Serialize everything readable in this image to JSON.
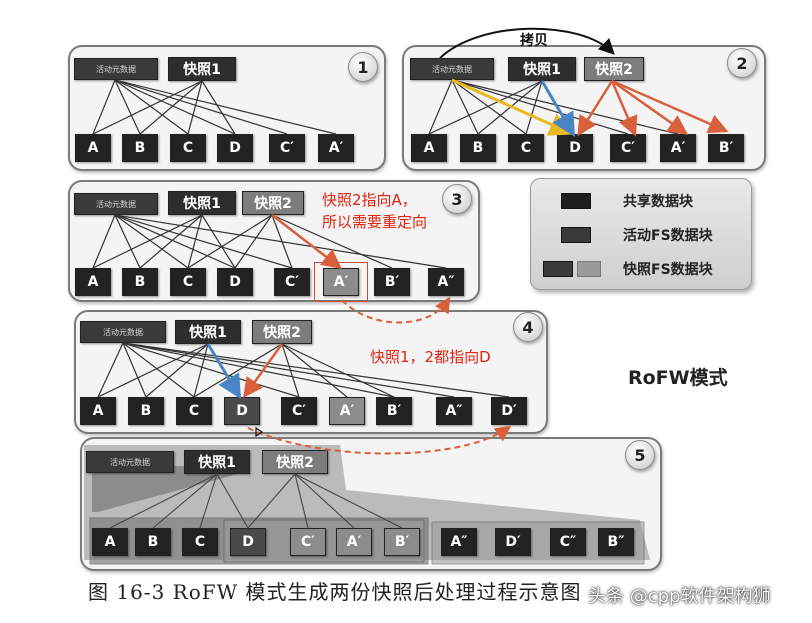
{
  "panels": [
    {
      "number": "1",
      "meta_label": "活动元数据",
      "snapshots": [
        "快照1"
      ],
      "blocks": [
        "A",
        "B",
        "C",
        "D",
        "C′",
        "A′"
      ]
    },
    {
      "number": "2",
      "meta_label": "活动元数据",
      "snapshots": [
        "快照1",
        "快照2"
      ],
      "blocks": [
        "A",
        "B",
        "C",
        "D",
        "C′",
        "A′",
        "B′"
      ],
      "copy_label": "拷贝"
    },
    {
      "number": "3",
      "meta_label": "活动元数据",
      "snapshots": [
        "快照1",
        "快照2"
      ],
      "blocks": [
        "A",
        "B",
        "C",
        "D",
        "C′",
        "A′",
        "B′",
        "A″"
      ],
      "annotation_line1": "快照2指向A，",
      "annotation_line2": "所以需要重定向"
    },
    {
      "number": "4",
      "meta_label": "活动元数据",
      "snapshots": [
        "快照1",
        "快照2"
      ],
      "blocks": [
        "A",
        "B",
        "C",
        "D",
        "C′",
        "A′",
        "B′",
        "A″",
        "D′"
      ],
      "annotation": "快照1，2都指向D"
    },
    {
      "number": "5",
      "meta_label": "活动元数据",
      "snapshots": [
        "快照1",
        "快照2"
      ],
      "blocks": [
        "A",
        "B",
        "C",
        "D",
        "C′",
        "A′",
        "B′",
        "A″",
        "D′",
        "C″",
        "B″"
      ]
    }
  ],
  "legend": {
    "shared_label": "共享数据块",
    "active_label": "活动FS数据块",
    "snapshot_label": "快照FS数据块"
  },
  "mode_label": "RoFW模式",
  "caption": "图 16-3  RoFW 模式生成两份快照后处理过程示意图",
  "watermark": "头条 @cpp软件架构狮",
  "colors": {
    "orange_arrow": "#d9603b",
    "blue_arrow": "#4a86c5",
    "yellow_arrow": "#e8b923",
    "annotation_red": "#e0220f",
    "block_dark": "#222222"
  }
}
